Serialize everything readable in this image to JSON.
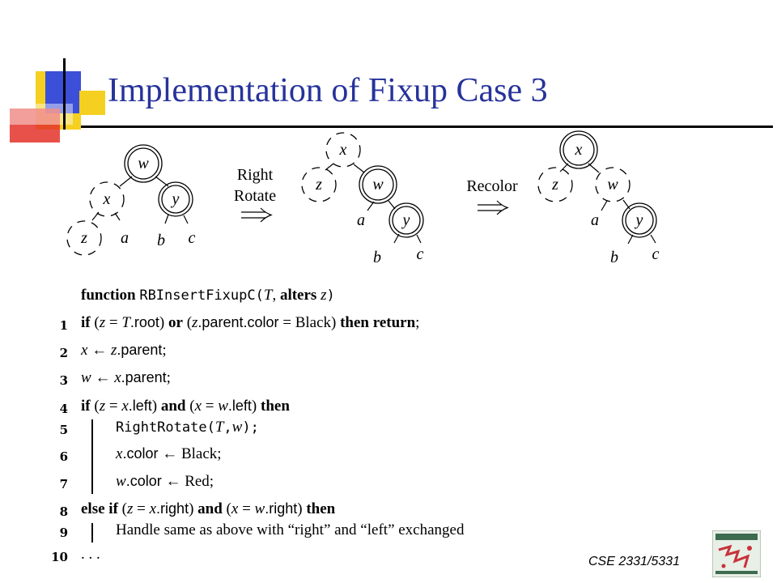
{
  "slide": {
    "title": "Implementation of Fixup Case 3",
    "footer": "CSE 2331/5331"
  },
  "diagram": {
    "tree1": {
      "nodes": [
        "w",
        "x",
        "y",
        "z"
      ],
      "leaves": [
        "a",
        "b",
        "c"
      ]
    },
    "arrow1_label": [
      "Right",
      "Rotate"
    ],
    "tree2": {
      "nodes": [
        "x",
        "z",
        "w",
        "y"
      ],
      "leaves": [
        "a",
        "b",
        "c"
      ]
    },
    "arrow2_label": "Recolor",
    "tree3": {
      "nodes": [
        "x",
        "z",
        "w",
        "y"
      ],
      "leaves": [
        "a",
        "b",
        "c"
      ]
    }
  },
  "algorithm": {
    "header": {
      "kw": "function",
      "name": "RBInsertFixupC(",
      "arg1": "T",
      "sep": ",",
      "kw2": "alters",
      "arg2": "z",
      "close": ")"
    },
    "lines": [
      {
        "num": "1"
      },
      {
        "num": "2"
      },
      {
        "num": "3"
      },
      {
        "num": "4"
      },
      {
        "num": "5"
      },
      {
        "num": "6"
      },
      {
        "num": "7"
      },
      {
        "num": "8"
      },
      {
        "num": "9"
      },
      {
        "num": "10"
      }
    ],
    "l1": {
      "if": "if",
      "p1": "(",
      "z": "z",
      "eq": " = ",
      "T": "T",
      "root": ".root",
      "p1c": ")",
      "or": "or",
      "p2": "(",
      "z2": "z",
      "pc": ".parent.color",
      "eq2": " = Black)",
      "then": "then return",
      "semi": ";"
    },
    "l2": {
      "x": "x",
      "arrow": " ← ",
      "z": "z",
      "parent": ".parent",
      "semi": ";"
    },
    "l3": {
      "w": "w",
      "arrow": " ← ",
      "x": "x",
      "parent": ".parent",
      "semi": ";"
    },
    "l4": {
      "if": "if",
      "p1": "(",
      "z": "z",
      "eq": " = ",
      "x": "x",
      "left": ".left",
      "p1c": ")",
      "and": "and",
      "p2": "(",
      "x2": "x",
      "eq2": " = ",
      "w": "w",
      "left2": ".left",
      "p2c": ")",
      "then": "then"
    },
    "l5": {
      "fn": "RightRotate(",
      "T": "T",
      "comma": ",",
      "w": "w",
      "close": ");"
    },
    "l6": {
      "x": "x",
      "color": ".color",
      "arrow": " ← Black;"
    },
    "l7": {
      "w": "w",
      "color": ".color",
      "arrow": " ← Red;"
    },
    "l8": {
      "else": "else if",
      "p1": "(",
      "z": "z",
      "eq": " = ",
      "x": "x",
      "right": ".right",
      "p1c": ")",
      "and": "and",
      "p2": "(",
      "x2": "x",
      "eq2": " = ",
      "w": "w",
      "right2": ".right",
      "p2c": ")",
      "then": "then"
    },
    "l9": {
      "text": "Handle same as above with “right” and “left” exchanged"
    },
    "l10": {
      "text": ". . ."
    }
  },
  "colors": {
    "title": "#27339a",
    "logo_blue": "#3b4fd8",
    "logo_yellow": "#f5d020",
    "logo_red": "#e4332a"
  }
}
